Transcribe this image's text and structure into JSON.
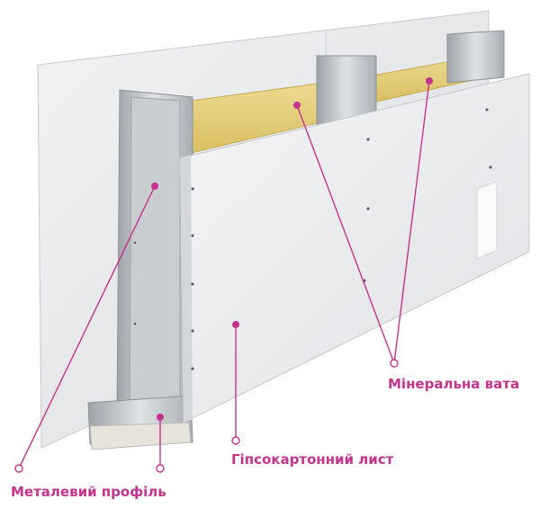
{
  "labels": {
    "mineral_wool": "Мінеральна вата",
    "gypsum_board": "Гіпсокартонний лист",
    "metal_profile": "Металевий профіль"
  },
  "colors": {
    "label": "#c4338c",
    "leader": "#c4338c",
    "board": "#e9eaec",
    "board_edge": "#c8c9cc",
    "insulation": "#e6cf7c",
    "profile": "#c2c6cb"
  }
}
